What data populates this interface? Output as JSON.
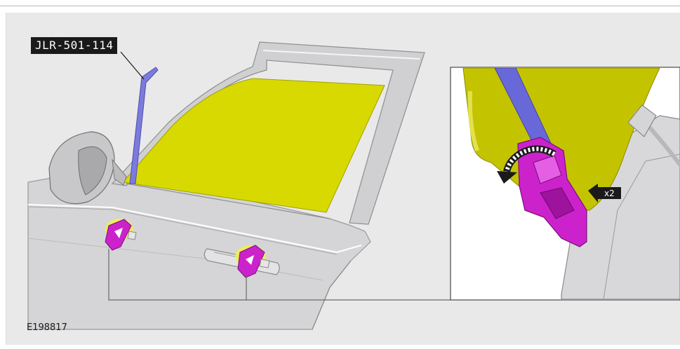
{
  "figure": {
    "tool_label": "JLR-501-114",
    "figure_id": "E198817",
    "quantity_callout": "x2",
    "colors": {
      "glass": "#d8d900",
      "tool": "#7b7bde",
      "clip": "#cc22cc",
      "clip_glow": "#f2f04a",
      "door": "#d6d6d8",
      "background": "#e9e9e9"
    },
    "icons": [
      "rotation-arrow-icon",
      "direction-arrow-icon"
    ]
  }
}
